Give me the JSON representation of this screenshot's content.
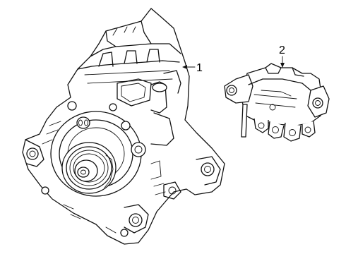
{
  "callouts": [
    {
      "number": "1",
      "part": "alternator"
    },
    {
      "number": "2",
      "part": "bracket"
    }
  ]
}
